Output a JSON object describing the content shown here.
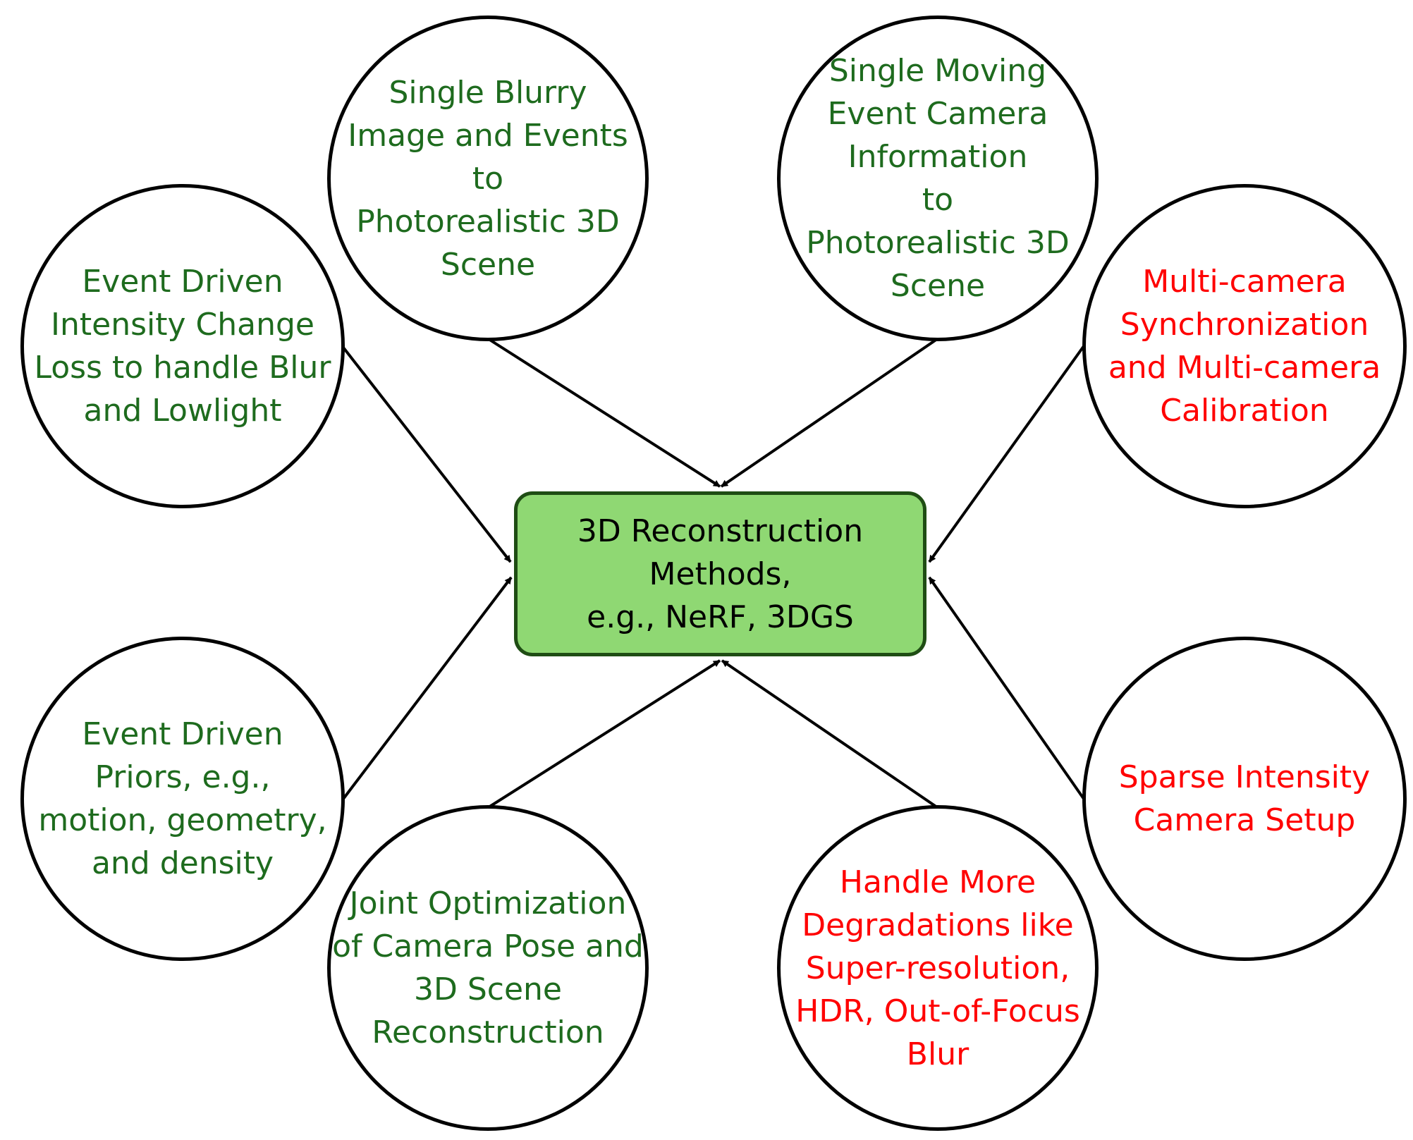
{
  "center": {
    "label": "3D Reconstruction\nMethods,\ne.g., NeRF, 3DGS",
    "fill": "#8fd873",
    "border": "#1f4d14"
  },
  "colors": {
    "existing": "#1e6b1e",
    "future": "#ff0000"
  },
  "nodes": [
    {
      "id": "blurry-image-events",
      "label": "Single Blurry\nImage and Events\nto\nPhotorealistic 3D\nScene",
      "status": "existing"
    },
    {
      "id": "moving-event-camera",
      "label": "Single Moving\nEvent Camera\nInformation\nto\nPhotorealistic 3D\nScene",
      "status": "existing"
    },
    {
      "id": "intensity-change-loss",
      "label": "Event Driven\nIntensity Change\nLoss to handle Blur\nand Lowlight",
      "status": "existing"
    },
    {
      "id": "multi-camera-sync",
      "label": "Multi-camera\nSynchronization\nand Multi-camera\nCalibration",
      "status": "future"
    },
    {
      "id": "event-driven-priors",
      "label": "Event Driven\nPriors, e.g.,\nmotion, geometry,\nand density",
      "status": "existing"
    },
    {
      "id": "sparse-intensity-setup",
      "label": "Sparse Intensity\nCamera Setup",
      "status": "future"
    },
    {
      "id": "joint-optimization",
      "label": "Joint Optimization\nof Camera Pose and\n3D Scene\nReconstruction",
      "status": "existing"
    },
    {
      "id": "more-degradations",
      "label": "Handle More\nDegradations like\nSuper-resolution,\nHDR, Out-of-Focus\nBlur",
      "status": "future"
    }
  ]
}
